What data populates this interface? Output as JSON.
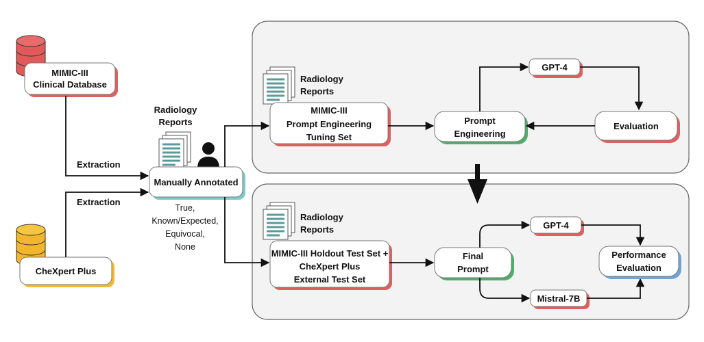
{
  "sources": {
    "mimic_db": {
      "lines": [
        "MIMIC-III",
        "Clinical Database"
      ]
    },
    "chexpert": {
      "label": "CheXpert Plus"
    }
  },
  "edges": {
    "extraction_label": "Extraction"
  },
  "annotation": {
    "reports_lines": [
      "Radiology",
      "Reports"
    ],
    "box_label": "Manually Annotated",
    "categories": [
      "True,",
      "Known/Expected,",
      "Equivocal,",
      "None"
    ]
  },
  "tuning_panel": {
    "reports_lines": [
      "Radiology",
      "Reports"
    ],
    "tuning_set_lines": [
      "MIMIC-III",
      "Prompt Engineering",
      "Tuning Set"
    ],
    "prompt_engineering_lines": [
      "Prompt",
      "Engineering"
    ],
    "model_label": "GPT-4",
    "evaluation_label": "Evaluation"
  },
  "test_panel": {
    "reports_lines": [
      "Radiology",
      "Reports"
    ],
    "test_set_lines": [
      "MIMIC-III Holdout Test Set +",
      "CheXpert Plus",
      "External Test Set"
    ],
    "final_prompt_lines": [
      "Final",
      "Prompt"
    ],
    "model_a_label": "GPT-4",
    "model_b_label": "Mistral-7B",
    "performance_lines": [
      "Performance",
      "Evaluation"
    ]
  },
  "colors": {
    "panel_fill": "#f3f3f3",
    "panel_stroke": "#666666",
    "red_db": "#e05a5a",
    "yellow_db": "#f2b62c",
    "shadow_red": "#e06060",
    "shadow_yellow": "#f2b830",
    "shadow_teal": "#7ec9c9",
    "shadow_green": "#4fae6a",
    "shadow_blue": "#6fa6d6",
    "doc_lines": "#5a9a9a"
  }
}
